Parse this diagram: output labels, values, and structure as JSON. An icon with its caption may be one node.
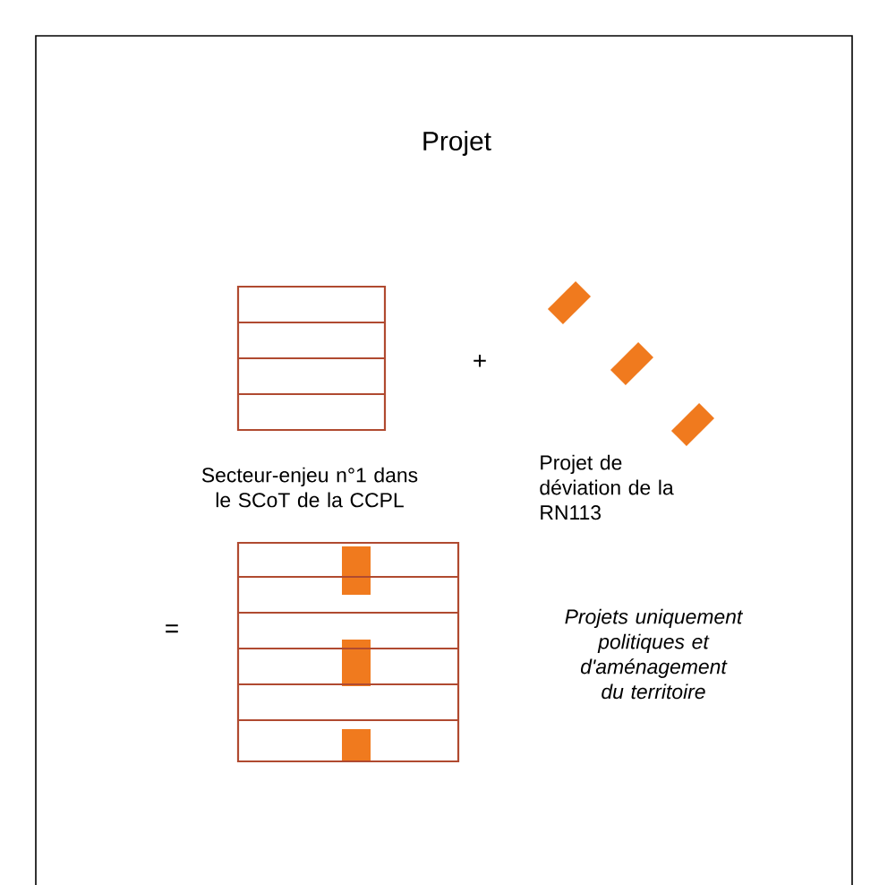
{
  "diagram": {
    "title": "Projet",
    "nodes": [
      {
        "text": [
          "Secteur-enjeu n°1 dans le SCoT de la CCPL"
        ]
      },
      {
        "text": [
          "Projet de déviation de la RN113"
        ]
      },
      {
        "text": [
          "Projets uniquement politiques et d'aménagement du territoire"
        ]
      }
    ],
    "labels": [
      "+",
      "="
    ]
  }
}
